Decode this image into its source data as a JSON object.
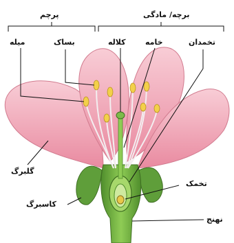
{
  "labels": {
    "stamen_group": "پرچم",
    "pistil_group": "برچه/ مادگی",
    "filament": "میله",
    "anther": "بساک",
    "stigma": "کلاله",
    "style": "خامه",
    "ovary": "تخمدان",
    "petal": "گلبرگ",
    "ovule": "تخمک",
    "sepal": "کاسبرگ",
    "receptacle": "نهنج"
  },
  "colors": {
    "petal": "#f2a6b6",
    "petal_light": "#f9d3dc",
    "sepal": "#5f9e3a",
    "receptacle": "#7dbb4a",
    "anther": "#f3d04a",
    "line": "#111111"
  }
}
